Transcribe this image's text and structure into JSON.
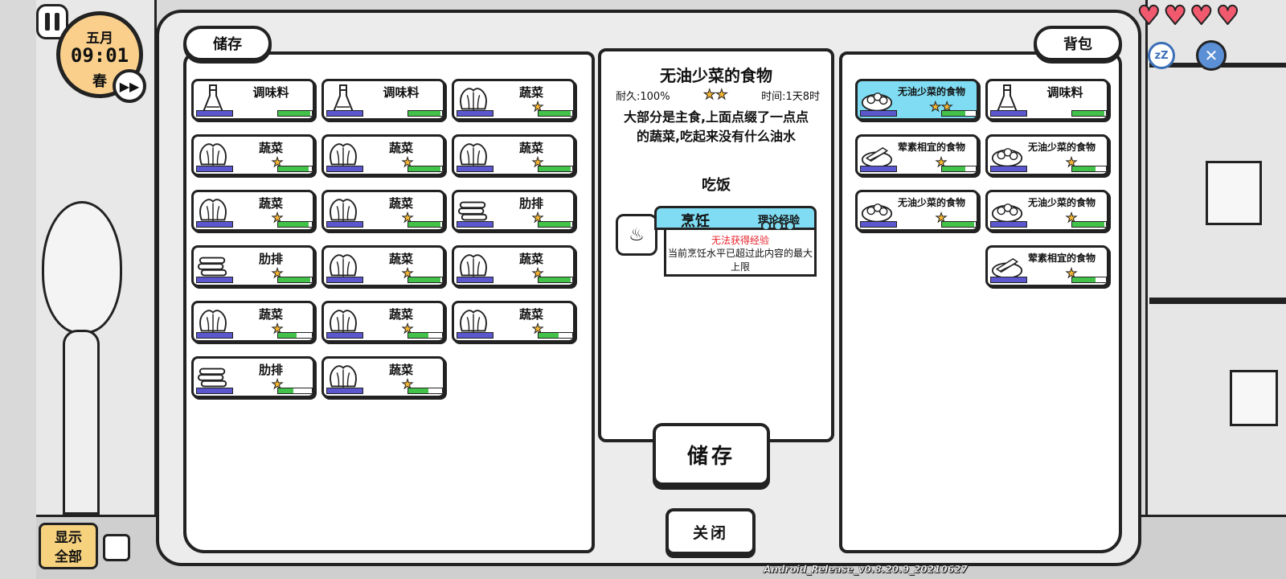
{
  "hud": {
    "month": "五月",
    "time": "09:01",
    "season": "春",
    "show_all_label": "显示\n全部",
    "version": "Android_Release_v0.8.20.9_20210627",
    "hearts": [
      "♥",
      "♥",
      "♥",
      "♥"
    ]
  },
  "panels": {
    "storage_title": "储存",
    "bag_title": "背包"
  },
  "storage_items": [
    {
      "name": "调味料",
      "icon": "bottle-icon",
      "stars": "",
      "durability": 0.95
    },
    {
      "name": "调味料",
      "icon": "bottle-icon",
      "stars": "",
      "durability": 0.95
    },
    {
      "name": "蔬菜",
      "icon": "cabbage-icon",
      "stars": "★",
      "durability": 0.95
    },
    {
      "name": "蔬菜",
      "icon": "cabbage-icon",
      "stars": "★",
      "durability": 0.9
    },
    {
      "name": "蔬菜",
      "icon": "cabbage-icon",
      "stars": "★",
      "durability": 0.95
    },
    {
      "name": "蔬菜",
      "icon": "cabbage-icon",
      "stars": "★",
      "durability": 0.95
    },
    {
      "name": "蔬菜",
      "icon": "cabbage-icon",
      "stars": "★",
      "durability": 0.9
    },
    {
      "name": "蔬菜",
      "icon": "cabbage-icon",
      "stars": "★",
      "durability": 0.95
    },
    {
      "name": "肋排",
      "icon": "ribs-icon",
      "stars": "★",
      "durability": 0.95
    },
    {
      "name": "肋排",
      "icon": "ribs-icon",
      "stars": "★",
      "durability": 0.95
    },
    {
      "name": "蔬菜",
      "icon": "cabbage-icon",
      "stars": "★",
      "durability": 0.95
    },
    {
      "name": "蔬菜",
      "icon": "cabbage-icon",
      "stars": "★",
      "durability": 0.95
    },
    {
      "name": "蔬菜",
      "icon": "cabbage-icon",
      "stars": "★",
      "durability": 0.55
    },
    {
      "name": "蔬菜",
      "icon": "cabbage-icon",
      "stars": "★",
      "durability": 0.6
    },
    {
      "name": "蔬菜",
      "icon": "cabbage-icon",
      "stars": "★",
      "durability": 0.6
    },
    {
      "name": "肋排",
      "icon": "ribs-icon",
      "stars": "★",
      "durability": 0.45
    },
    {
      "name": "蔬菜",
      "icon": "cabbage-icon",
      "stars": "★",
      "durability": 0.6
    }
  ],
  "bag_items": [
    {
      "name": "无油少菜的食物",
      "icon": "food-plate-icon",
      "stars": "★★",
      "durability": 0.7,
      "selected": true
    },
    {
      "name": "调味料",
      "icon": "bottle-icon",
      "stars": "",
      "durability": 0.95
    },
    {
      "name": "荤素相宜的食物",
      "icon": "fish-plate-icon",
      "stars": "★",
      "durability": 0.7
    },
    {
      "name": "无油少菜的食物",
      "icon": "food-plate-icon",
      "stars": "★",
      "durability": 0.7
    },
    {
      "name": "无油少菜的食物",
      "icon": "food-plate-icon",
      "stars": "★",
      "durability": 0.95
    },
    {
      "name": "无油少菜的食物",
      "icon": "food-plate-icon",
      "stars": "★",
      "durability": 0.95
    },
    {
      "name": "荤素相宜的食物",
      "icon": "fish-plate-icon",
      "stars": "★",
      "durability": 0.7
    }
  ],
  "info": {
    "title": "无油少菜的食物",
    "durability_text": "耐久:100%",
    "stars": "★★",
    "time_text": "时间:1天8时",
    "description": "大部分是主食,上面点缀了一点点的蔬菜,吃起来没有什么油水",
    "action": "吃饭",
    "skill": {
      "name": "烹饪",
      "type": "理论经验",
      "warning": "无法获得经验",
      "note": "当前烹饪水平已超过此内容的最大上限",
      "pot_icon": "♨"
    }
  },
  "buttons": {
    "store": "储存",
    "close": "关闭"
  },
  "colors": {
    "selected": "#7fdcf2",
    "bar_blue": "#5a57cf",
    "bar_green": "#43c24a",
    "star": "#f7b733",
    "warn": "#e8232c",
    "clock": "#f9cf8b"
  }
}
